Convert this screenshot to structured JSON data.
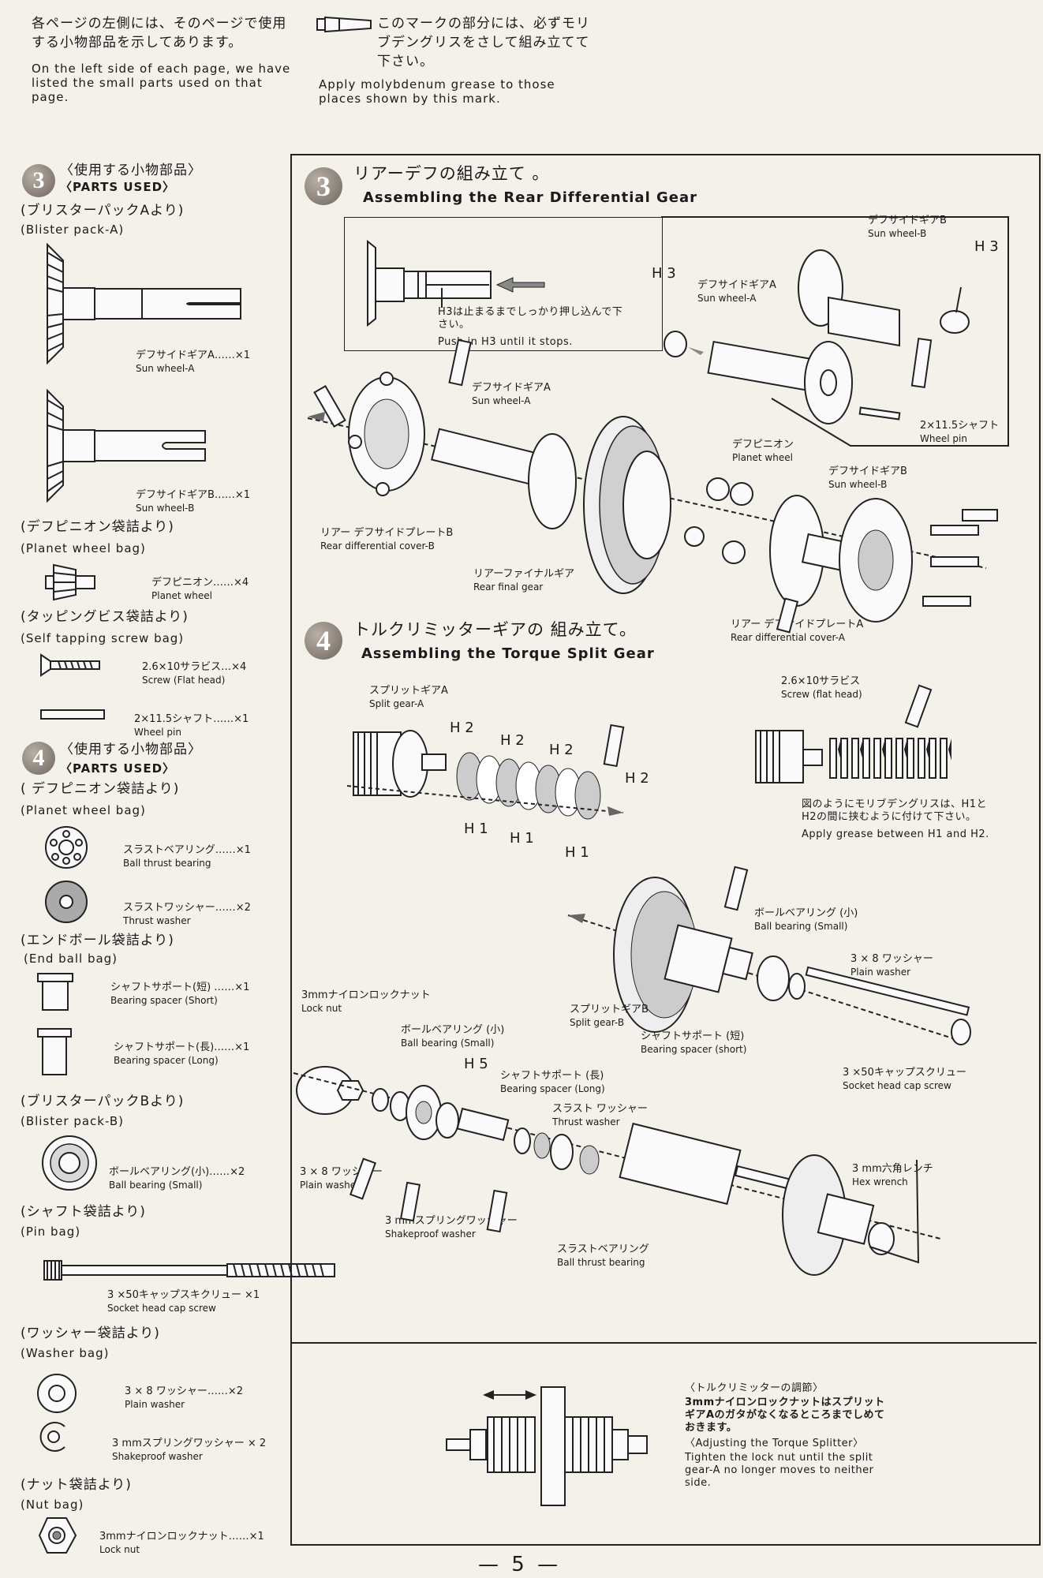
{
  "header": {
    "left_jp": "各ページの左側には、そのページで使用する小物部品を示してあります。",
    "left_en": "On the left side of each page, we have listed the small parts used on that page.",
    "right_jp": "このマークの部分には、必ずモリブデングリスをさして組み立てて下さい。",
    "right_en": "Apply molybdenum grease to those places shown by this mark."
  },
  "parts3": {
    "num": "3",
    "title_jp": "〈使用する小物部品〉",
    "title_en": "〈PARTS USED〉",
    "bag1_jp": "(ブリスターパックAより)",
    "bag1_en": "(Blister pack-A)",
    "p1_jp": "デフサイドギアA……×1",
    "p1_en": "Sun wheel-A",
    "p2_jp": "デフサイドギアB……×1",
    "p2_en": "Sun wheel-B",
    "bag2_jp": "(デフピニオン袋詰より)",
    "bag2_en": "(Planet wheel bag)",
    "p3_jp": "デフピニオン……×4",
    "p3_en": "Planet wheel",
    "bag3_jp": "(タッピングビス袋詰より)",
    "bag3_en": "(Self tapping screw bag)",
    "p4_jp": "2.6×10サラビス…×4",
    "p4_en": "Screw (Flat head)",
    "p5_jp": "2×11.5シャフト……×1",
    "p5_en": "Wheel pin"
  },
  "parts4": {
    "num": "4",
    "title_jp": "〈使用する小物部品〉",
    "title_en": "〈PARTS USED〉",
    "bag1_jp": "( デフピニオン袋詰より)",
    "bag1_en": "(Planet wheel bag)",
    "p1_jp": "スラストベアリング……×1",
    "p1_en": "Ball thrust bearing",
    "p2_jp": "スラストワッシャー……×2",
    "p2_en": "Thrust washer",
    "bag2_jp": "(エンドボール袋詰より)",
    "bag2_en": "(End ball bag)",
    "p3_jp": "シャフトサポート(短) ……×1",
    "p3_en": "Bearing spacer (Short)",
    "p4_jp": "シャフトサポート(長)……×1",
    "p4_en": "Bearing spacer (Long)",
    "bag3_jp": "(ブリスターパックBより)",
    "bag3_en": "(Blister pack-B)",
    "p5_jp": "ボールベアリング(小)……×2",
    "p5_en": "Ball bearing (Small)",
    "bag4_jp": "(シャフト袋詰より)",
    "bag4_en": "(Pin bag)",
    "p6_jp": "3 ×50キャップスキクリュー ×1",
    "p6_en": "Socket head cap screw",
    "bag5_jp": "(ワッシャー袋詰より)",
    "bag5_en": "(Washer bag)",
    "p7_jp": "3 × 8 ワッシャー……×2",
    "p7_en": "Plain washer",
    "p8_jp": "3 mmスプリングワッシャー × 2",
    "p8_en": "Shakeproof washer",
    "bag6_jp": "(ナット袋詰より)",
    "bag6_en": "(Nut bag)",
    "p9_jp": "3mmナイロンロックナット……×1",
    "p9_en": "Lock nut"
  },
  "step3": {
    "num": "3",
    "title_jp": "リアーデフの組み立て 。",
    "title_en": "Assembling the Rear Differential Gear",
    "inset_jp": "H3は止まるまでしっかり押し込んで下さい。",
    "inset_en": "Push in H3 until it stops.",
    "h3a": "H 3",
    "h3b": "H 3",
    "sunB_jp": "デフサイドギアB",
    "sunB_en": "Sun wheel-B",
    "sunA_jp": "デフサイドギアA",
    "sunA_en": "Sun wheel-A",
    "pin_jp": "2×11.5シャフト",
    "pin_en": "Wheel pin",
    "sunA2_jp": "デフサイドギアA",
    "sunA2_en": "Sun wheel-A",
    "planet_jp": "デフピニオン",
    "planet_en": "Planet wheel",
    "sunB2_jp": "デフサイドギアB",
    "sunB2_en": "Sun wheel-B",
    "coverB_jp": "リアー デフサイドプレートB",
    "coverB_en": "Rear differential cover-B",
    "final_jp": "リアーファイナルギア",
    "final_en": "Rear final gear",
    "coverA_jp": "リアー デフサイドプレートA",
    "coverA_en": "Rear differential cover-A",
    "screw_jp": "2.6×10サラビス",
    "screw_en": "Screw (flat head)"
  },
  "step4": {
    "num": "4",
    "title_jp": "トルクリミッターギアの 組み立て。",
    "title_en": "Assembling the Torque Split Gear",
    "splitA_jp": "スプリットギアA",
    "splitA_en": "Split gear-A",
    "h2a": "H 2",
    "h2b": "H 2",
    "h2c": "H 2",
    "h2d": "H 2",
    "h1a": "H 1",
    "h1b": "H 1",
    "h1c": "H 1",
    "grease_jp": "図のようにモリブデングリスは、H1とH2の間に挟むように付けて下さい。",
    "grease_en": "Apply grease between H1 and H2.",
    "bb_jp": "ボールベアリング (小)",
    "bb_en": "Ball bearing (Small)",
    "pw_jp": "3 × 8 ワッシャー",
    "pw_en": "Plain washer",
    "splitB_jp": "スプリットギアB",
    "splitB_en": "Split gear-B",
    "bss_jp": "シャフトサポート (短)",
    "bss_en": "Bearing spacer (short)",
    "shc_jp": "3 ×50キャップスクリュー",
    "shc_en": "Socket head cap screw",
    "nut_jp": "3mmナイロンロックナット",
    "nut_en": "Lock nut",
    "bb2_jp": "ボールベアリング (小)",
    "bb2_en": "Ball bearing (Small)",
    "h5": "H 5",
    "bsl_jp": "シャフトサポート (長)",
    "bsl_en": "Bearing spacer (Long)",
    "tw_jp": "スラスト ワッシャー",
    "tw_en": "Thrust washer",
    "pw2_jp": "3 × 8 ワッシャー",
    "pw2_en": "Plain washer",
    "sw_jp": "3 mmスプリングワッシャー",
    "sw_en": "Shakeproof washer",
    "btb_jp": "スラストベアリング",
    "btb_en": "Ball thrust bearing",
    "hex_jp": "3 mm六角レンチ",
    "hex_en": "Hex wrench",
    "adj_title_jp": "〈トルクリミッターの調節〉",
    "adj_jp": "3mmナイロンロックナットはスプリットギアAのガタがなくなるところまでしめておきます。",
    "adj_title_en": "〈Adjusting the Torque Splitter〉",
    "adj_en": "Tighten the lock nut until the split gear-A no longer moves to neither side."
  },
  "footer": {
    "page": "— 5 —"
  }
}
